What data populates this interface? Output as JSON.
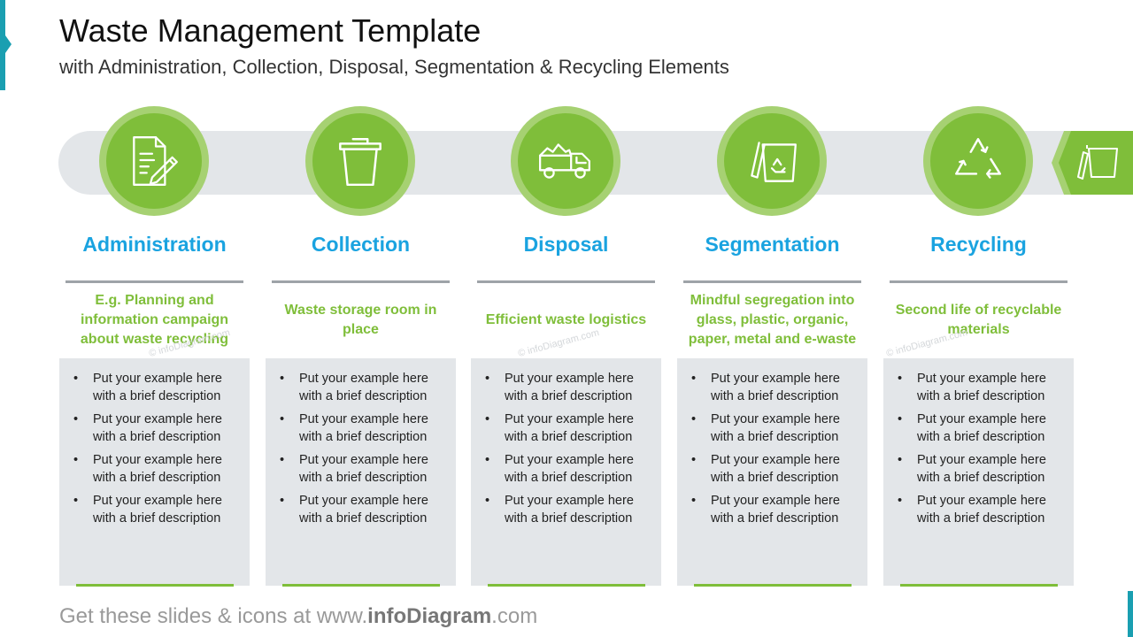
{
  "title": "Waste Management Template",
  "subtitle": "with Administration, Collection, Disposal, Segmentation & Recycling Elements",
  "colors": {
    "green": "#7fbe3a",
    "light_green": "#a6d172",
    "blue": "#1aa3e0",
    "gray": "#e3e6e9",
    "teal": "#1a9fb1"
  },
  "watermark": "© infoDiagram.com",
  "steps": [
    {
      "title": "Administration",
      "icon": "document-edit-icon",
      "description": "E.g. Planning and information campaign about waste recycling",
      "bullets": [
        "Put your example here with a brief description",
        "Put your example here with a brief description",
        "Put your example here with a brief description",
        "Put your example here with a brief description"
      ]
    },
    {
      "title": "Collection",
      "icon": "trash-bin-icon",
      "description": "Waste storage room in place",
      "bullets": [
        "Put your example here with a brief description",
        "Put your example here with a brief description",
        "Put your example here with a brief description",
        "Put your example here with a brief description"
      ]
    },
    {
      "title": "Disposal",
      "icon": "garbage-truck-icon",
      "description": "Efficient waste logistics",
      "bullets": [
        "Put your example here with a brief description",
        "Put your example here with a brief description",
        "Put your example here with a brief description",
        "Put your example here with a brief description"
      ]
    },
    {
      "title": "Segmentation",
      "icon": "recycle-bin-icon",
      "description": "Mindful segregation into glass, plastic, organic, paper, metal and e-waste",
      "bullets": [
        "Put your example here with a brief description",
        "Put your example here with a brief description",
        "Put your example here with a brief description",
        "Put your example here with a brief description"
      ]
    },
    {
      "title": "Recycling",
      "icon": "recycle-icon",
      "description": "Second life of recyclable materials",
      "bullets": [
        "Put your example here with a brief description",
        "Put your example here with a brief description",
        "Put your example here with a brief description",
        "Put your example here with a brief description"
      ]
    }
  ],
  "end_tab_icon": "bin-with-lid-icon",
  "footer": {
    "prefix": "Get these slides & icons at www.",
    "brand": "infoDiagram",
    "suffix": ".com"
  }
}
